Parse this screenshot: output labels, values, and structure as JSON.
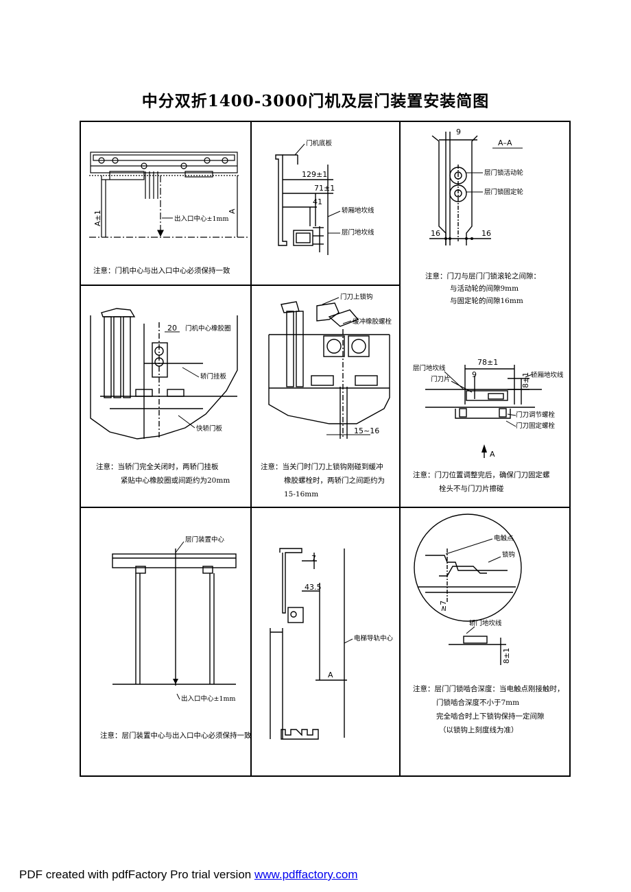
{
  "title": "中分双折1400-3000门机及层门装置安装简图",
  "panel1": {
    "dim_a_pm": "A±1",
    "dim_a": "A",
    "center_label": "出入口中心±1mm",
    "note": "注意：门机中心与出入口中心必须保持一致"
  },
  "panel2": {
    "label_base": "门机底板",
    "dim_129": "129±1",
    "dim_71": "71±1",
    "dim_41": "41",
    "label_car_sill": "轿厢地坎线",
    "label_landing_sill": "层门地坎线"
  },
  "panel3": {
    "dim_9": "9",
    "section": "A–A",
    "label_moving": "层门锁活动轮",
    "label_fixed": "层门锁固定轮",
    "dim_16_left": "16",
    "dim_16_right": "16",
    "note_1": "注意：门刀与层门门锁滚轮之间隙：",
    "note_2": "与活动轮的间隙9mm",
    "note_3": "与固定轮的间隙16mm"
  },
  "panel4": {
    "dim_20": "20",
    "label_rubber": "门机中心橡胶圈",
    "label_hanger": "轿门挂板",
    "label_fast": "快轿门板",
    "note_1": "注意：当轿门完全关闭时，两轿门挂板",
    "note_2": "紧贴中心橡胶圈或间距约为20mm"
  },
  "panel5": {
    "label_hook": "门刀上锁钩",
    "label_bolt": "缓冲橡胶螺栓",
    "dim_gap": "15~16",
    "note_1": "注意：当关门时门刀上锁钩刚碰到缓冲",
    "note_2": "橡胶螺栓时，两轿门之间距约为",
    "note_3": "15-16mm"
  },
  "panel6": {
    "dim_78": "78±1",
    "dim_9": "9",
    "dim_8": "8±1",
    "label_landing_sill": "层门地坎线",
    "label_blade": "门刀片",
    "label_car_sill": "轿厢地坎线",
    "label_adjust_bolt": "门刀调节螺栓",
    "label_fix_bolt": "门刀固定螺栓",
    "arrow_label": "A",
    "note_1": "注意：门刀位置调整完后，确保门刀固定螺",
    "note_2": "栓头不与门刀片擦碰"
  },
  "panel7": {
    "label_center": "层门装置中心",
    "center_label": "出入口中心±1mm",
    "note": "注意：层门装置中心与出入口中心必须保持一致"
  },
  "panel8": {
    "dim_7": "7",
    "dim_43": "43.5",
    "label_rail": "电梯导轨中心",
    "dim_a": "A"
  },
  "panel9": {
    "label_contact": "电触点",
    "label_hook": "锁钩",
    "dim_7": "≥7",
    "label_sill": "轿门地坎线",
    "dim_8": "8±1",
    "note_1": "注意：层门门锁啮合深度：当电触点刚接触时，",
    "note_2": "门锁啮合深度不小于7mm",
    "note_3": "完全啮合时上下锁钩保持一定间隙",
    "note_4": "（以锁钩上刻度线为准）"
  },
  "footer": {
    "text": "PDF created with pdfFactory Pro trial version ",
    "link": "www.pdffactory.com"
  }
}
